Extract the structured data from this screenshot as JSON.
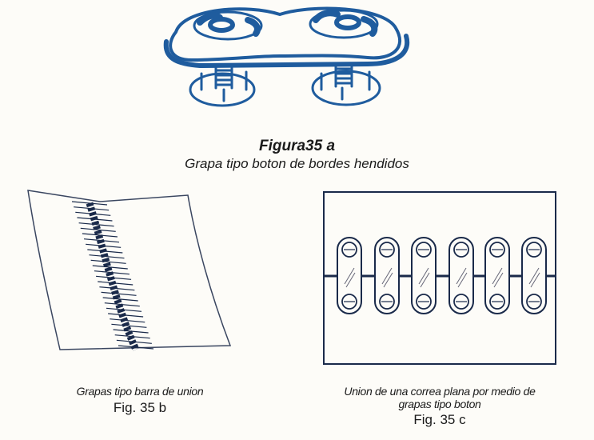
{
  "figure_a": {
    "title": "Figura35 a",
    "subtitle": "Grapa tipo boton de bordes hendidos"
  },
  "figure_b": {
    "caption": "Grapas tipo barra de union",
    "label": "Fig. 35 b"
  },
  "figure_c": {
    "caption_line1": "Union de una correa plana por medio de",
    "caption_line2": "grapas tipo boton",
    "label": "Fig. 35 c",
    "staple_count": 6
  },
  "colors": {
    "ink_blue": "#1f5c9e",
    "ink_dark": "#1a2a4a",
    "paper": "#fdfcf8"
  }
}
